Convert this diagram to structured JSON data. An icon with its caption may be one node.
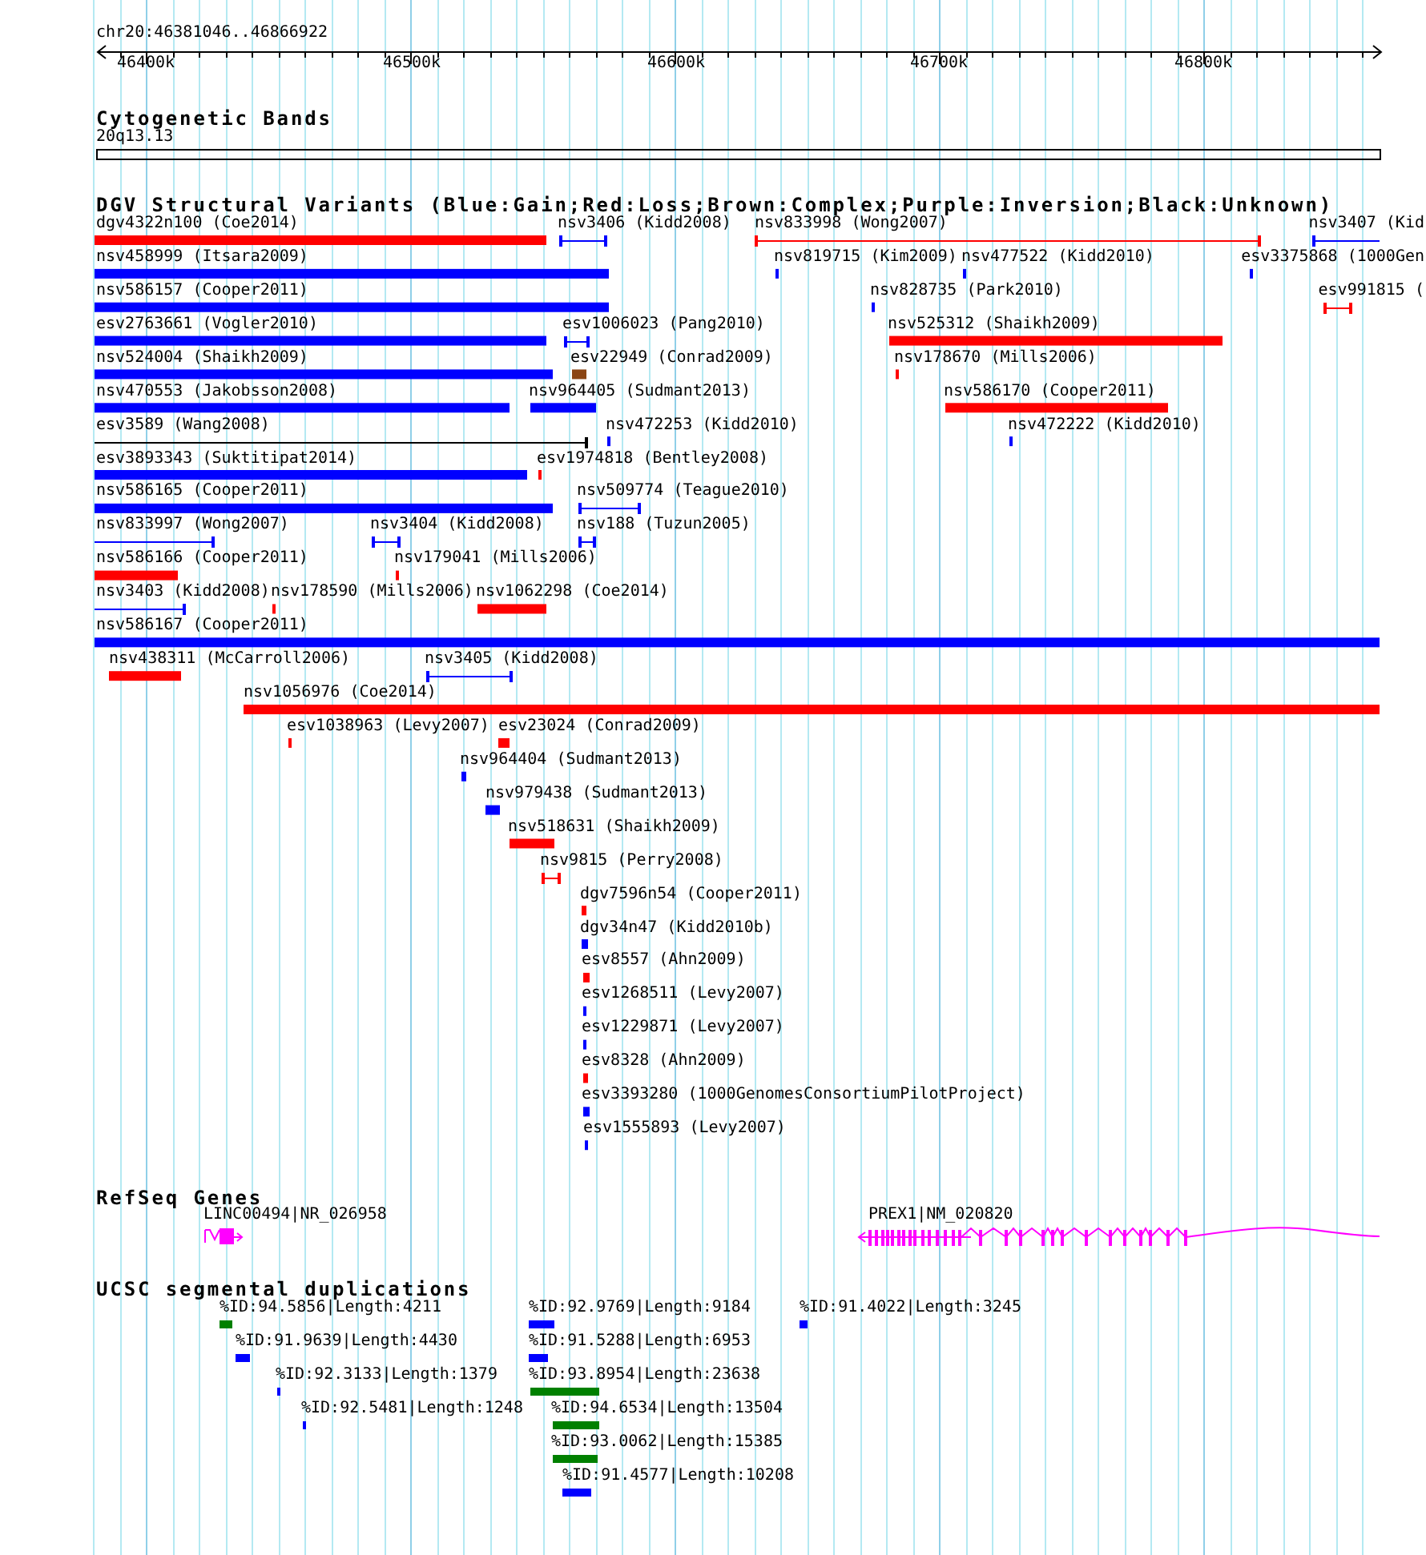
{
  "diagram": {
    "labels": [
      "chr20:46381046..46866922",
      "46400k",
      "46500k",
      "46600k",
      "46700k",
      "46800k",
      "Cytogenetic Bands",
      "20q13.13",
      "DGV Structural Variants (Blue:Gain;Red:Loss;Brown:Complex;Purple:Inversion;Black:Unknown)",
      "dgv4322n100 (Coe2014)",
      "nsv3406 (Kidd2008)",
      "nsv833998 (Wong2007)",
      "nsv3407 (Kid",
      "nsv458999 (Itsara2009)",
      "nsv819715 (Kim2009)",
      "nsv477522 (Kidd2010)",
      "esv3375868 (1000Gen",
      "nsv586157 (Cooper2011)",
      "nsv828735 (Park2010)",
      "esv991815 (",
      "esv2763661 (Vogler2010)",
      "esv1006023 (Pang2010)",
      "nsv525312 (Shaikh2009)",
      "nsv524004 (Shaikh2009)",
      "esv22949 (Conrad2009)",
      "nsv178670 (Mills2006)",
      "nsv470553 (Jakobsson2008)",
      "nsv964405 (Sudmant2013)",
      "nsv586170 (Cooper2011)",
      "esv3589 (Wang2008)",
      "nsv472253 (Kidd2010)",
      "nsv472222 (Kidd2010)",
      "esv3893343 (Suktitipat2014)",
      "esv1974818 (Bentley2008)",
      "nsv586165 (Cooper2011)",
      "nsv509774 (Teague2010)",
      "nsv833997 (Wong2007)",
      "nsv3404 (Kidd2008)",
      "nsv188 (Tuzun2005)",
      "nsv586166 (Cooper2011)",
      "nsv179041 (Mills2006)",
      "nsv3403 (Kidd2008)",
      "nsv178590 (Mills2006)",
      "nsv1062298 (Coe2014)",
      "nsv586167 (Cooper2011)",
      "nsv438311 (McCarroll2006)",
      "nsv3405 (Kidd2008)",
      "nsv1056976 (Coe2014)",
      "esv1038963 (Levy2007)",
      "esv23024 (Conrad2009)",
      "nsv964404 (Sudmant2013)",
      "nsv979438 (Sudmant2013)",
      "nsv518631 (Shaikh2009)",
      "nsv9815 (Perry2008)",
      "dgv7596n54 (Cooper2011)",
      "dgv34n47 (Kidd2010b)",
      "esv8557 (Ahn2009)",
      "esv1268511 (Levy2007)",
      "esv1229871 (Levy2007)",
      "esv8328 (Ahn2009)",
      "esv3393280 (1000GenomesConsortiumPilotProject)",
      "esv1555893 (Levy2007)",
      "RefSeq Genes",
      "LINC00494|NR_026958",
      "PREX1|NM_020820",
      "UCSC segmental duplications",
      "%ID:94.5856|Length:4211",
      "%ID:92.9769|Length:9184",
      "%ID:91.4022|Length:3245",
      "%ID:91.9639|Length:4430",
      "%ID:91.5288|Length:6953",
      "%ID:92.3133|Length:1379",
      "%ID:93.8954|Length:23638",
      "%ID:92.5481|Length:1248",
      "%ID:94.6534|Length:13504",
      "%ID:93.0062|Length:15385",
      "%ID:91.4577|Length:10208"
    ]
  }
}
